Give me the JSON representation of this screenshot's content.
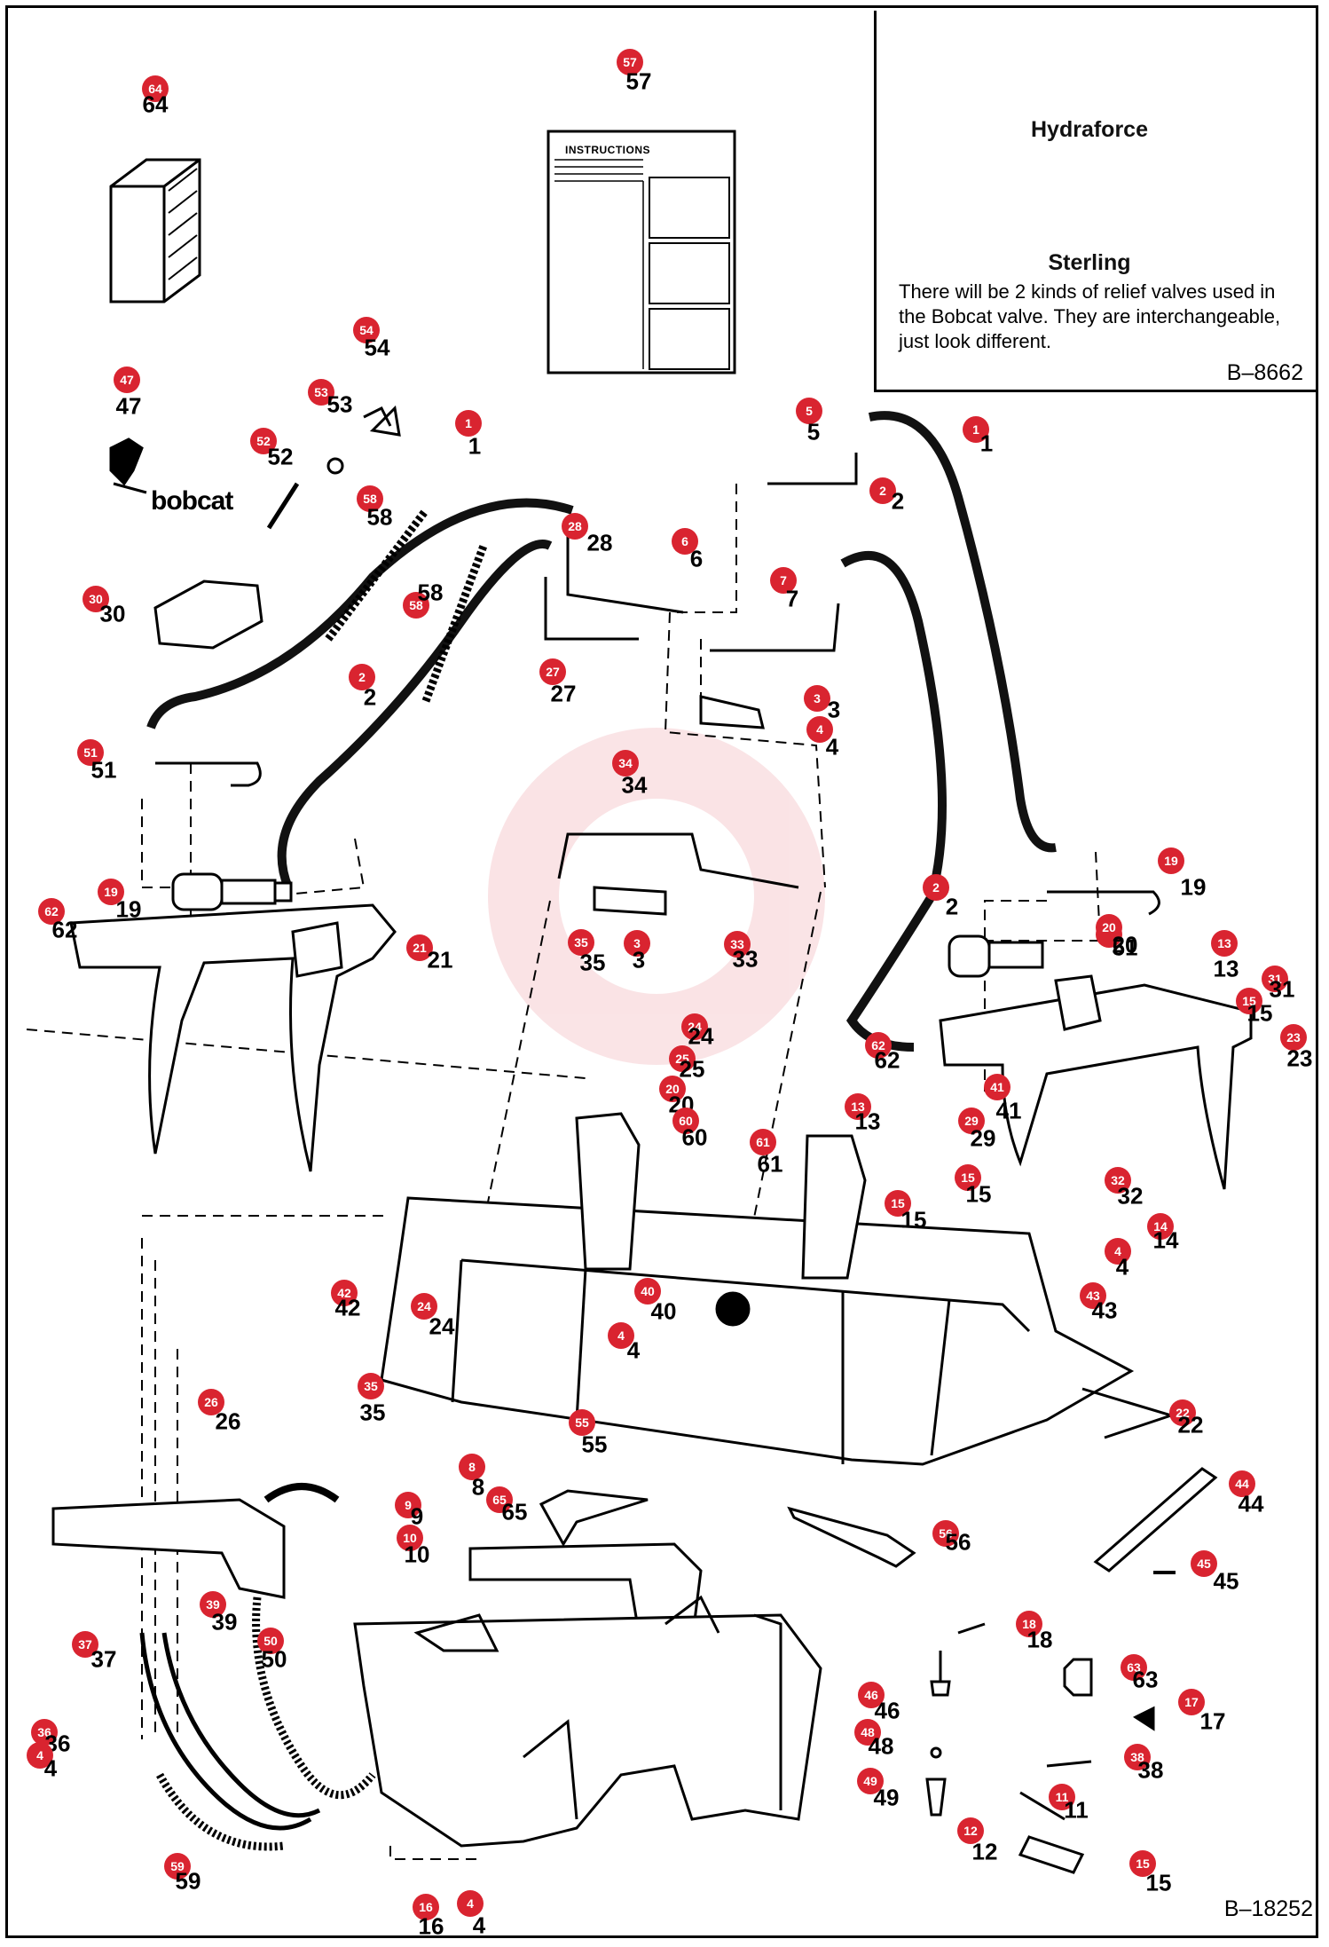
{
  "legend": {
    "valve_top_label": "Hydraforce",
    "valve_bottom_label": "Sterling",
    "note": "There will be 2 kinds of relief valves used in the Bobcat valve. They are interchangeable, just look different.",
    "code": "B–8662"
  },
  "figure_code": "B–18252",
  "brand_text": "bobcat",
  "sheet_title": "INSTRUCTIONS",
  "colors": {
    "callout": "#d92430",
    "line": "#000000"
  },
  "parts": [
    {
      "n": "64",
      "label": "64"
    },
    {
      "n": "57",
      "label": "57"
    },
    {
      "n": "54",
      "label": "54"
    },
    {
      "n": "53",
      "label": "53"
    },
    {
      "n": "52",
      "label": "52"
    },
    {
      "n": "47",
      "label": "47"
    },
    {
      "n": "58",
      "label": "58"
    },
    {
      "n": "58",
      "label": "58"
    },
    {
      "n": "1",
      "label": "1"
    },
    {
      "n": "28",
      "label": "28"
    },
    {
      "n": "2",
      "label": "2"
    },
    {
      "n": "27",
      "label": "27"
    },
    {
      "n": "30",
      "label": "30"
    },
    {
      "n": "51",
      "label": "51"
    },
    {
      "n": "19",
      "label": "19"
    },
    {
      "n": "62",
      "label": "62"
    },
    {
      "n": "21",
      "label": "21"
    },
    {
      "n": "5",
      "label": "5"
    },
    {
      "n": "2",
      "label": "2"
    },
    {
      "n": "1",
      "label": "1"
    },
    {
      "n": "6",
      "label": "6"
    },
    {
      "n": "7",
      "label": "7"
    },
    {
      "n": "3",
      "label": "3"
    },
    {
      "n": "4",
      "label": "4"
    },
    {
      "n": "34",
      "label": "34"
    },
    {
      "n": "35",
      "label": "35"
    },
    {
      "n": "3",
      "label": "3"
    },
    {
      "n": "33",
      "label": "33"
    },
    {
      "n": "2",
      "label": "2"
    },
    {
      "n": "19",
      "label": "19"
    },
    {
      "n": "51",
      "label": "51"
    },
    {
      "n": "20",
      "label": "20"
    },
    {
      "n": "13",
      "label": "13"
    },
    {
      "n": "31",
      "label": "31"
    },
    {
      "n": "15",
      "label": "15"
    },
    {
      "n": "62",
      "label": "62"
    },
    {
      "n": "23",
      "label": "23"
    },
    {
      "n": "24",
      "label": "24"
    },
    {
      "n": "25",
      "label": "25"
    },
    {
      "n": "20",
      "label": "20"
    },
    {
      "n": "60",
      "label": "60"
    },
    {
      "n": "61",
      "label": "61"
    },
    {
      "n": "13",
      "label": "13"
    },
    {
      "n": "41",
      "label": "41"
    },
    {
      "n": "29",
      "label": "29"
    },
    {
      "n": "15",
      "label": "15"
    },
    {
      "n": "15",
      "label": "15"
    },
    {
      "n": "32",
      "label": "32"
    },
    {
      "n": "14",
      "label": "14"
    },
    {
      "n": "4",
      "label": "4"
    },
    {
      "n": "42",
      "label": "42"
    },
    {
      "n": "24",
      "label": "24"
    },
    {
      "n": "40",
      "label": "40"
    },
    {
      "n": "4",
      "label": "4"
    },
    {
      "n": "43",
      "label": "43"
    },
    {
      "n": "22",
      "label": "22"
    },
    {
      "n": "26",
      "label": "26"
    },
    {
      "n": "35",
      "label": "35"
    },
    {
      "n": "55",
      "label": "55"
    },
    {
      "n": "8",
      "label": "8"
    },
    {
      "n": "9",
      "label": "9"
    },
    {
      "n": "65",
      "label": "65"
    },
    {
      "n": "10",
      "label": "10"
    },
    {
      "n": "56",
      "label": "56"
    },
    {
      "n": "44",
      "label": "44"
    },
    {
      "n": "45",
      "label": "45"
    },
    {
      "n": "37",
      "label": "37"
    },
    {
      "n": "39",
      "label": "39"
    },
    {
      "n": "50",
      "label": "50"
    },
    {
      "n": "36",
      "label": "36"
    },
    {
      "n": "4",
      "label": "4"
    },
    {
      "n": "59",
      "label": "59"
    },
    {
      "n": "16",
      "label": "16"
    },
    {
      "n": "4",
      "label": "4"
    },
    {
      "n": "18",
      "label": "18"
    },
    {
      "n": "63",
      "label": "63"
    },
    {
      "n": "46",
      "label": "46"
    },
    {
      "n": "48",
      "label": "48"
    },
    {
      "n": "17",
      "label": "17"
    },
    {
      "n": "38",
      "label": "38"
    },
    {
      "n": "49",
      "label": "49"
    },
    {
      "n": "11",
      "label": "11"
    },
    {
      "n": "12",
      "label": "12"
    },
    {
      "n": "15",
      "label": "15"
    }
  ]
}
